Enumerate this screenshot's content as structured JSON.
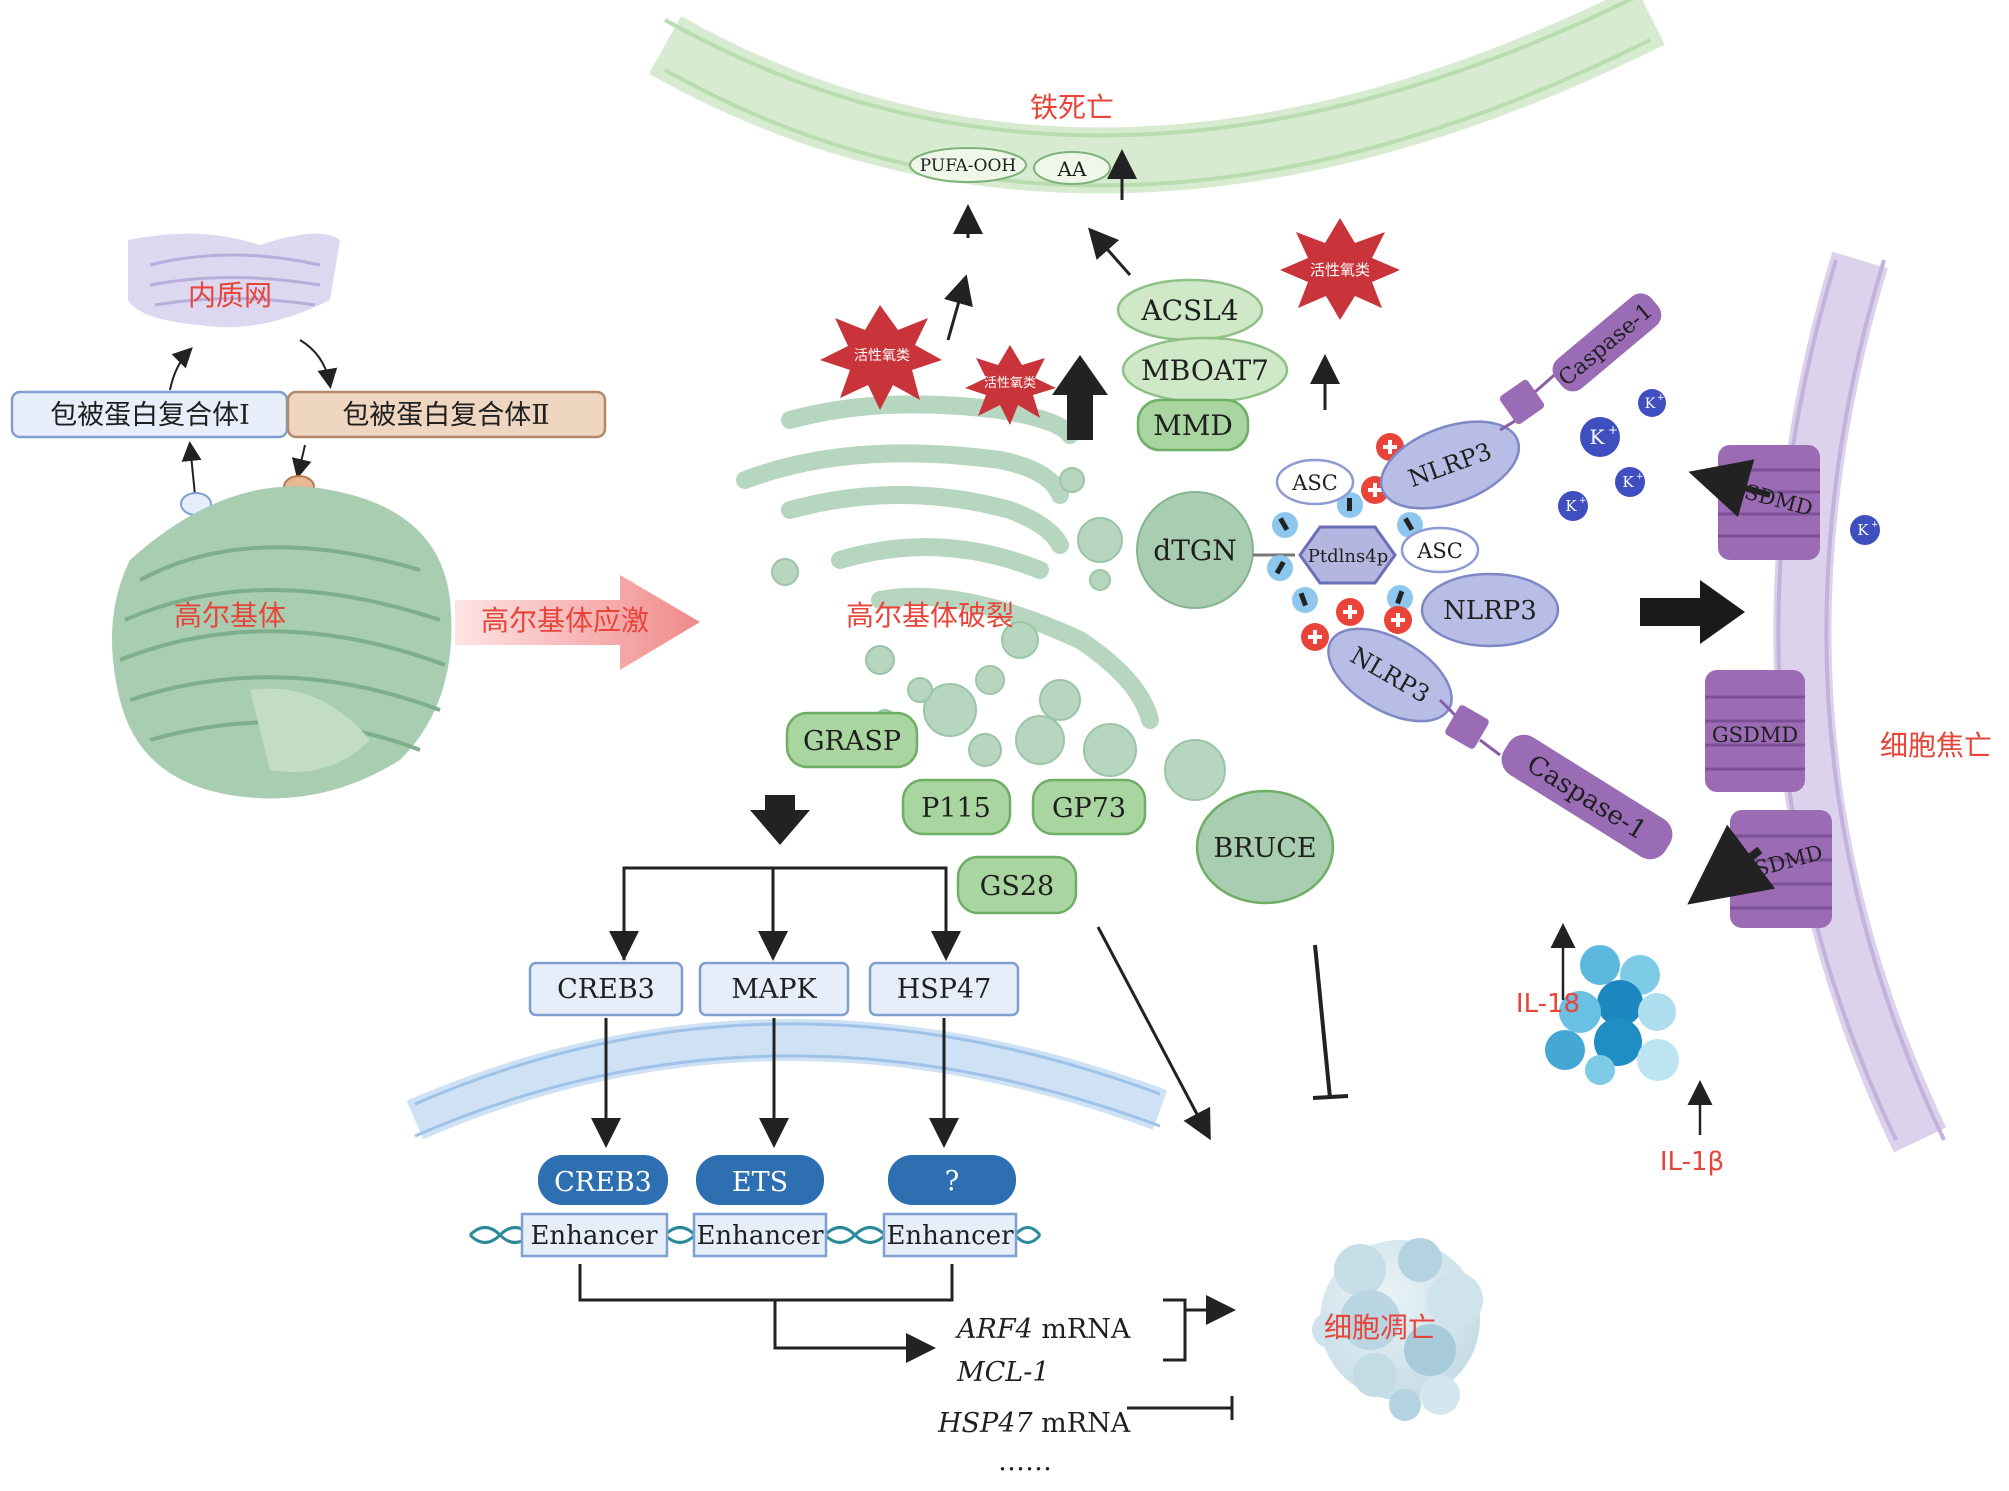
{
  "labels": {
    "ferroptosis": "铁死亡",
    "pufa": "PUFA-OOH",
    "aa": "AA",
    "ros": "活性氧类",
    "er": "内质网",
    "copi": "包被蛋白复合体Ⅰ",
    "copii": "包被蛋白复合体Ⅱ",
    "golgi": "高尔基体",
    "golgi_stress": "高尔基体应激",
    "golgi_fragment": "高尔基体破裂",
    "acsl4": "ACSL4",
    "mboat7": "MBOAT7",
    "mmd": "MMD",
    "dtgn": "dTGN",
    "asc": "ASC",
    "nlrp3": "NLRP3",
    "ptdins4p": "Ptdlns4p",
    "caspase1": "Caspase-1",
    "gsdmd": "GSDMD",
    "kplus": "K",
    "kplus_sup": "+",
    "pyroptosis": "细胞焦亡",
    "il18": "IL-18",
    "il1b": "IL-1β",
    "grasp": "GRASP",
    "p115": "P115",
    "gp73": "GP73",
    "gs28": "GS28",
    "bruce": "BRUCE",
    "creb3": "CREB3",
    "mapk": "MAPK",
    "hsp47": "HSP47",
    "ets": "ETS",
    "unknown": "?",
    "enhancer": "Enhancer",
    "arf4_gene": "ARF4",
    "mrna": " mRNA",
    "mcl1": "MCL-1",
    "hsp47_gene": "HSP47",
    "ellipsis": "……",
    "apoptosis": "细胞凋亡"
  },
  "colors": {
    "red_label": "#e8443a",
    "membrane_green": "#cfe8c8",
    "protein_green": "#a9d6a0",
    "golgi_green": "#b6d6bf",
    "purple": "#8a5ca8",
    "blue_tf": "#2d6fb0",
    "box_blue": "#e6eefa",
    "copii_box": "#efd7c3"
  }
}
